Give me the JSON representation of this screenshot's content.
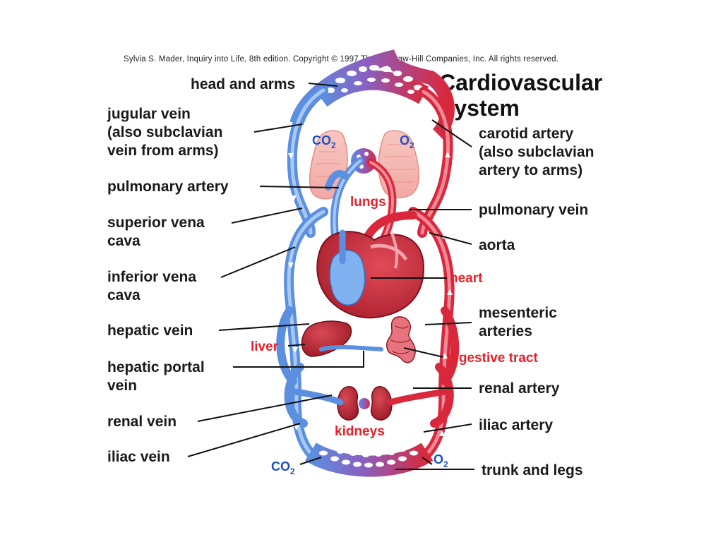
{
  "credit": "Sylvia S. Mader, Inquiry into Life, 8th edition. Copyright © 1997 The McGraw-Hill Companies, Inc. All rights reserved.",
  "title": {
    "line1": "Cardiovascular",
    "line2": "System"
  },
  "left_labels": {
    "head_and_arms": "head and arms",
    "jugular_1": "jugular vein",
    "jugular_2": "(also subclavian",
    "jugular_3": "vein from arms)",
    "pulmonary_artery": "pulmonary artery",
    "svc_1": "superior vena",
    "svc_2": "cava",
    "ivc_1": "inferior vena",
    "ivc_2": "cava",
    "hepatic_vein": "hepatic vein",
    "hepatic_portal_1": "hepatic portal",
    "hepatic_portal_2": "vein",
    "renal_vein": "renal vein",
    "iliac_vein": "iliac vein"
  },
  "right_labels": {
    "carotid_1": "carotid artery",
    "carotid_2": "(also subclavian",
    "carotid_3": "artery to arms)",
    "pulmonary_vein": "pulmonary vein",
    "aorta": "aorta",
    "mesenteric_1": "mesenteric",
    "mesenteric_2": "arteries",
    "renal_artery": "renal artery",
    "iliac_artery": "iliac artery",
    "trunk_and_legs": "trunk and legs"
  },
  "organ_labels": {
    "lungs": "lungs",
    "heart": "heart",
    "liver": "liver",
    "digestive_tract": "digestive tract",
    "kidneys": "kidneys"
  },
  "gases": {
    "co2_base": "CO",
    "o2_base": "O",
    "sub2": "2"
  },
  "colors": {
    "vein": "#5b8fe0",
    "artery": "#d9283c",
    "organ": "#b8232f",
    "red_label": "#e8202a",
    "gas_label": "#1d4fc4"
  }
}
